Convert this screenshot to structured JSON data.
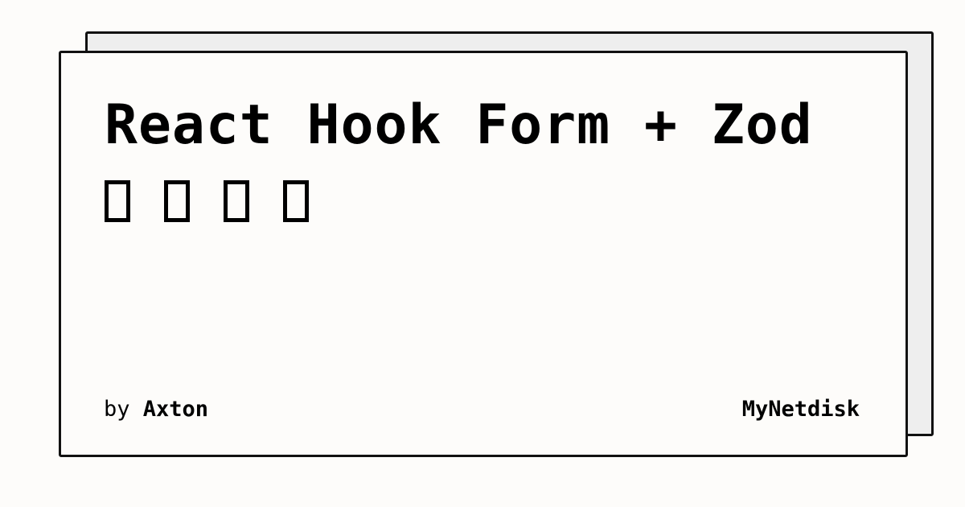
{
  "card": {
    "title_line1": "React Hook Form + Zod",
    "title_line2_glyphs": [
      "□",
      "□",
      "□",
      "□"
    ],
    "by_label": "by",
    "author": "Axton",
    "site": "MyNetdisk"
  },
  "colors": {
    "background": "#fdfcfa",
    "card_back": "#eeeeee",
    "border": "#111111",
    "text": "#000000"
  }
}
